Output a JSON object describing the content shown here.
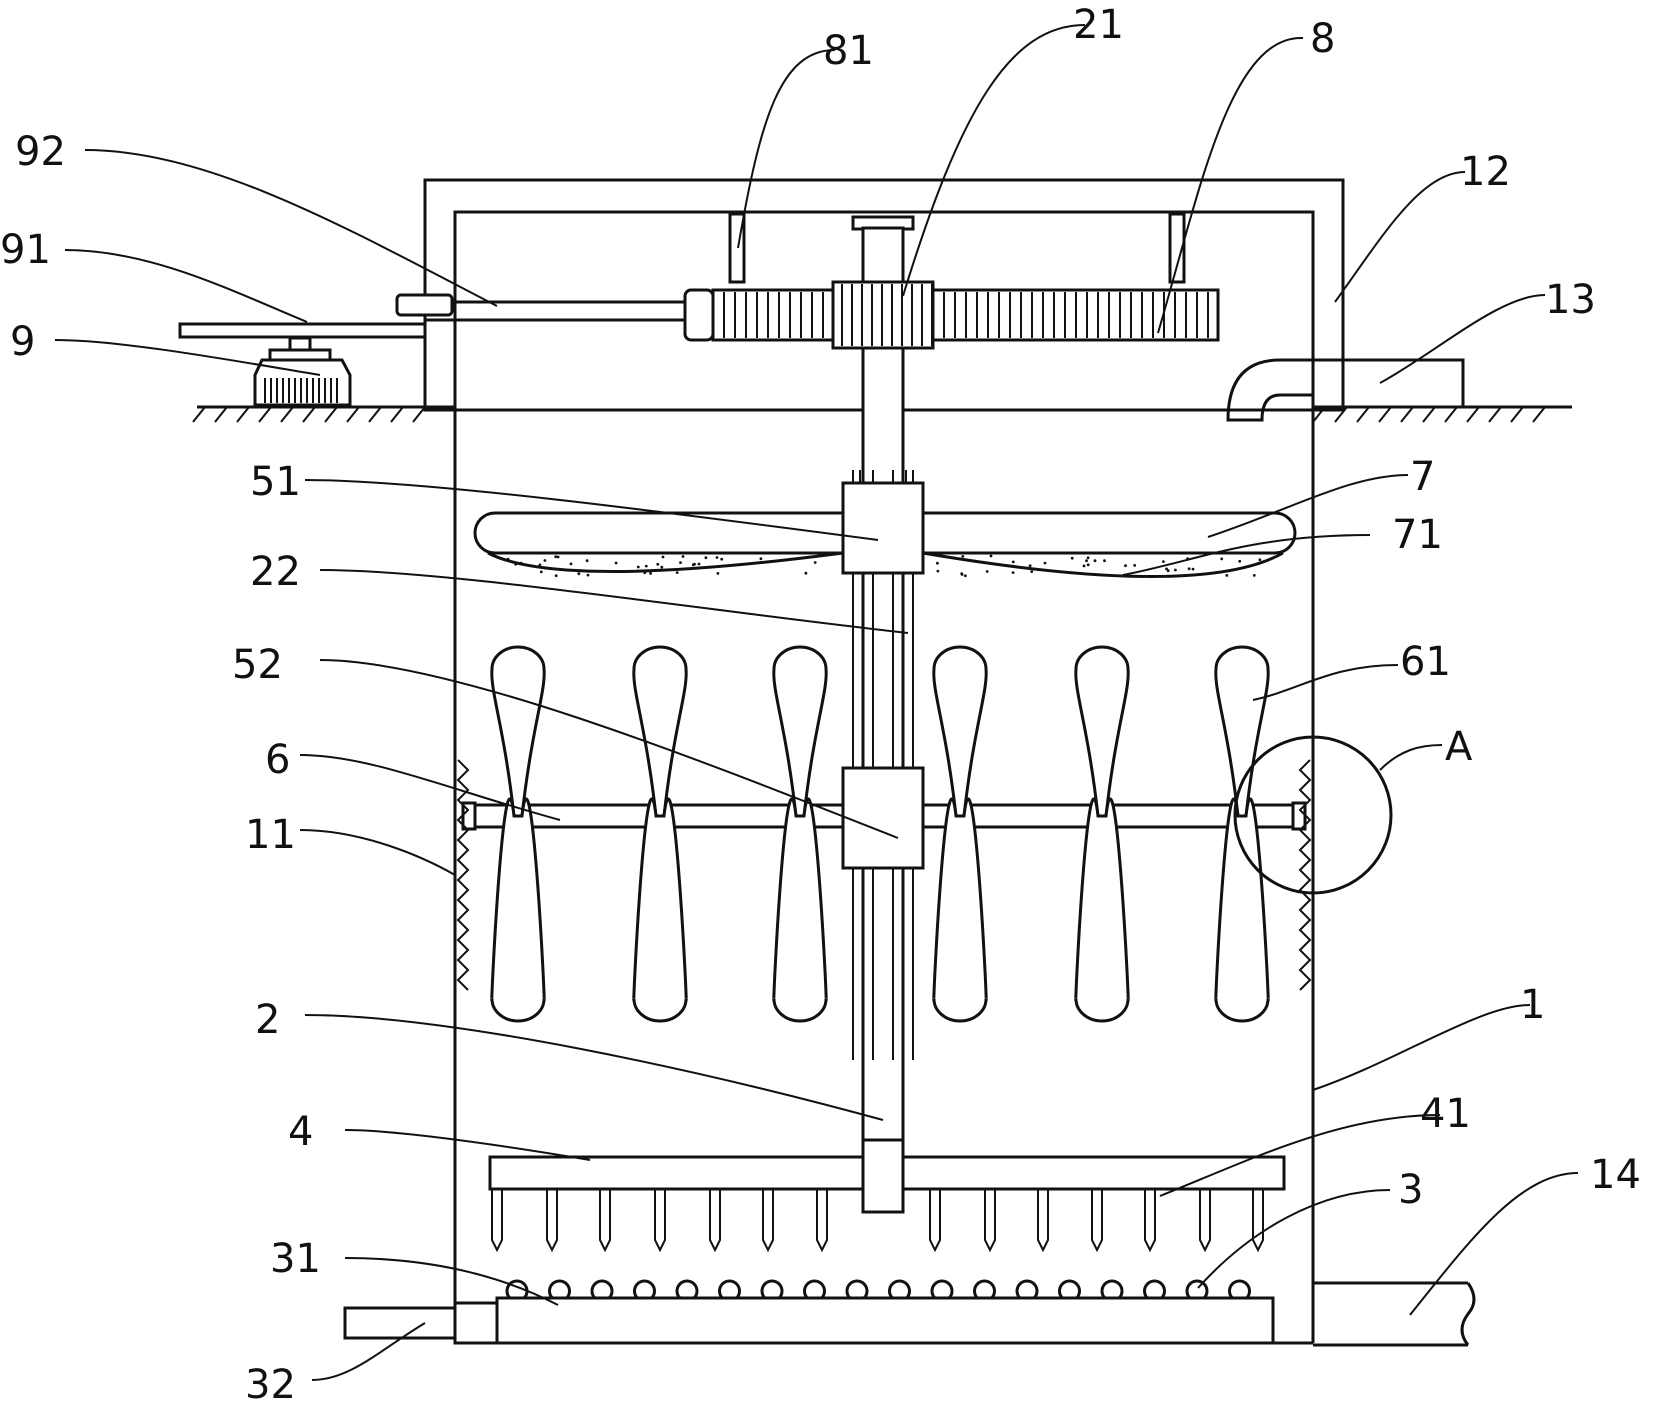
{
  "colors": {
    "ink": "#111111",
    "paper": "#ffffff"
  },
  "labels": [
    {
      "id": "l81",
      "text": "81"
    },
    {
      "id": "l21",
      "text": "21"
    },
    {
      "id": "l8",
      "text": "8"
    },
    {
      "id": "l92",
      "text": "92"
    },
    {
      "id": "l12",
      "text": "12"
    },
    {
      "id": "l91",
      "text": "91"
    },
    {
      "id": "l13",
      "text": "13"
    },
    {
      "id": "l9",
      "text": "9"
    },
    {
      "id": "l51",
      "text": "51"
    },
    {
      "id": "l7",
      "text": "7"
    },
    {
      "id": "l71",
      "text": "71"
    },
    {
      "id": "l22",
      "text": "22"
    },
    {
      "id": "l52",
      "text": "52"
    },
    {
      "id": "l61",
      "text": "61"
    },
    {
      "id": "lA",
      "text": "A"
    },
    {
      "id": "l6",
      "text": "6"
    },
    {
      "id": "l11",
      "text": "11"
    },
    {
      "id": "l2",
      "text": "2"
    },
    {
      "id": "l1",
      "text": "1"
    },
    {
      "id": "l4",
      "text": "4"
    },
    {
      "id": "l41",
      "text": "41"
    },
    {
      "id": "l31",
      "text": "31"
    },
    {
      "id": "l3",
      "text": "3"
    },
    {
      "id": "l14",
      "text": "14"
    },
    {
      "id": "l32",
      "text": "32"
    }
  ]
}
